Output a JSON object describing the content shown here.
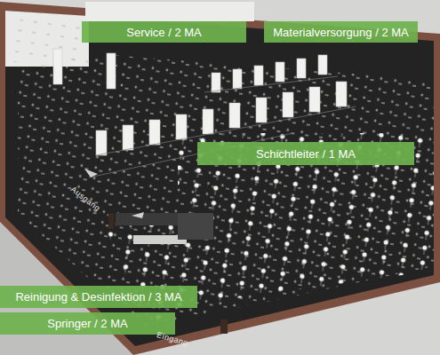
{
  "diagram": {
    "nodes": [
      {
        "text": [
          "Service / 2 MA"
        ]
      },
      {
        "text": [
          "Materialversorgung / 2 MA"
        ]
      },
      {
        "text": [
          "Schichtleiter / 1 MA"
        ]
      },
      {
        "text": [
          "Reinigung & Desinfektion / 3 MA"
        ]
      },
      {
        "text": [
          "Springer / 2 MA"
        ]
      }
    ],
    "labels": [
      "Ausgang",
      "Eingang"
    ]
  }
}
